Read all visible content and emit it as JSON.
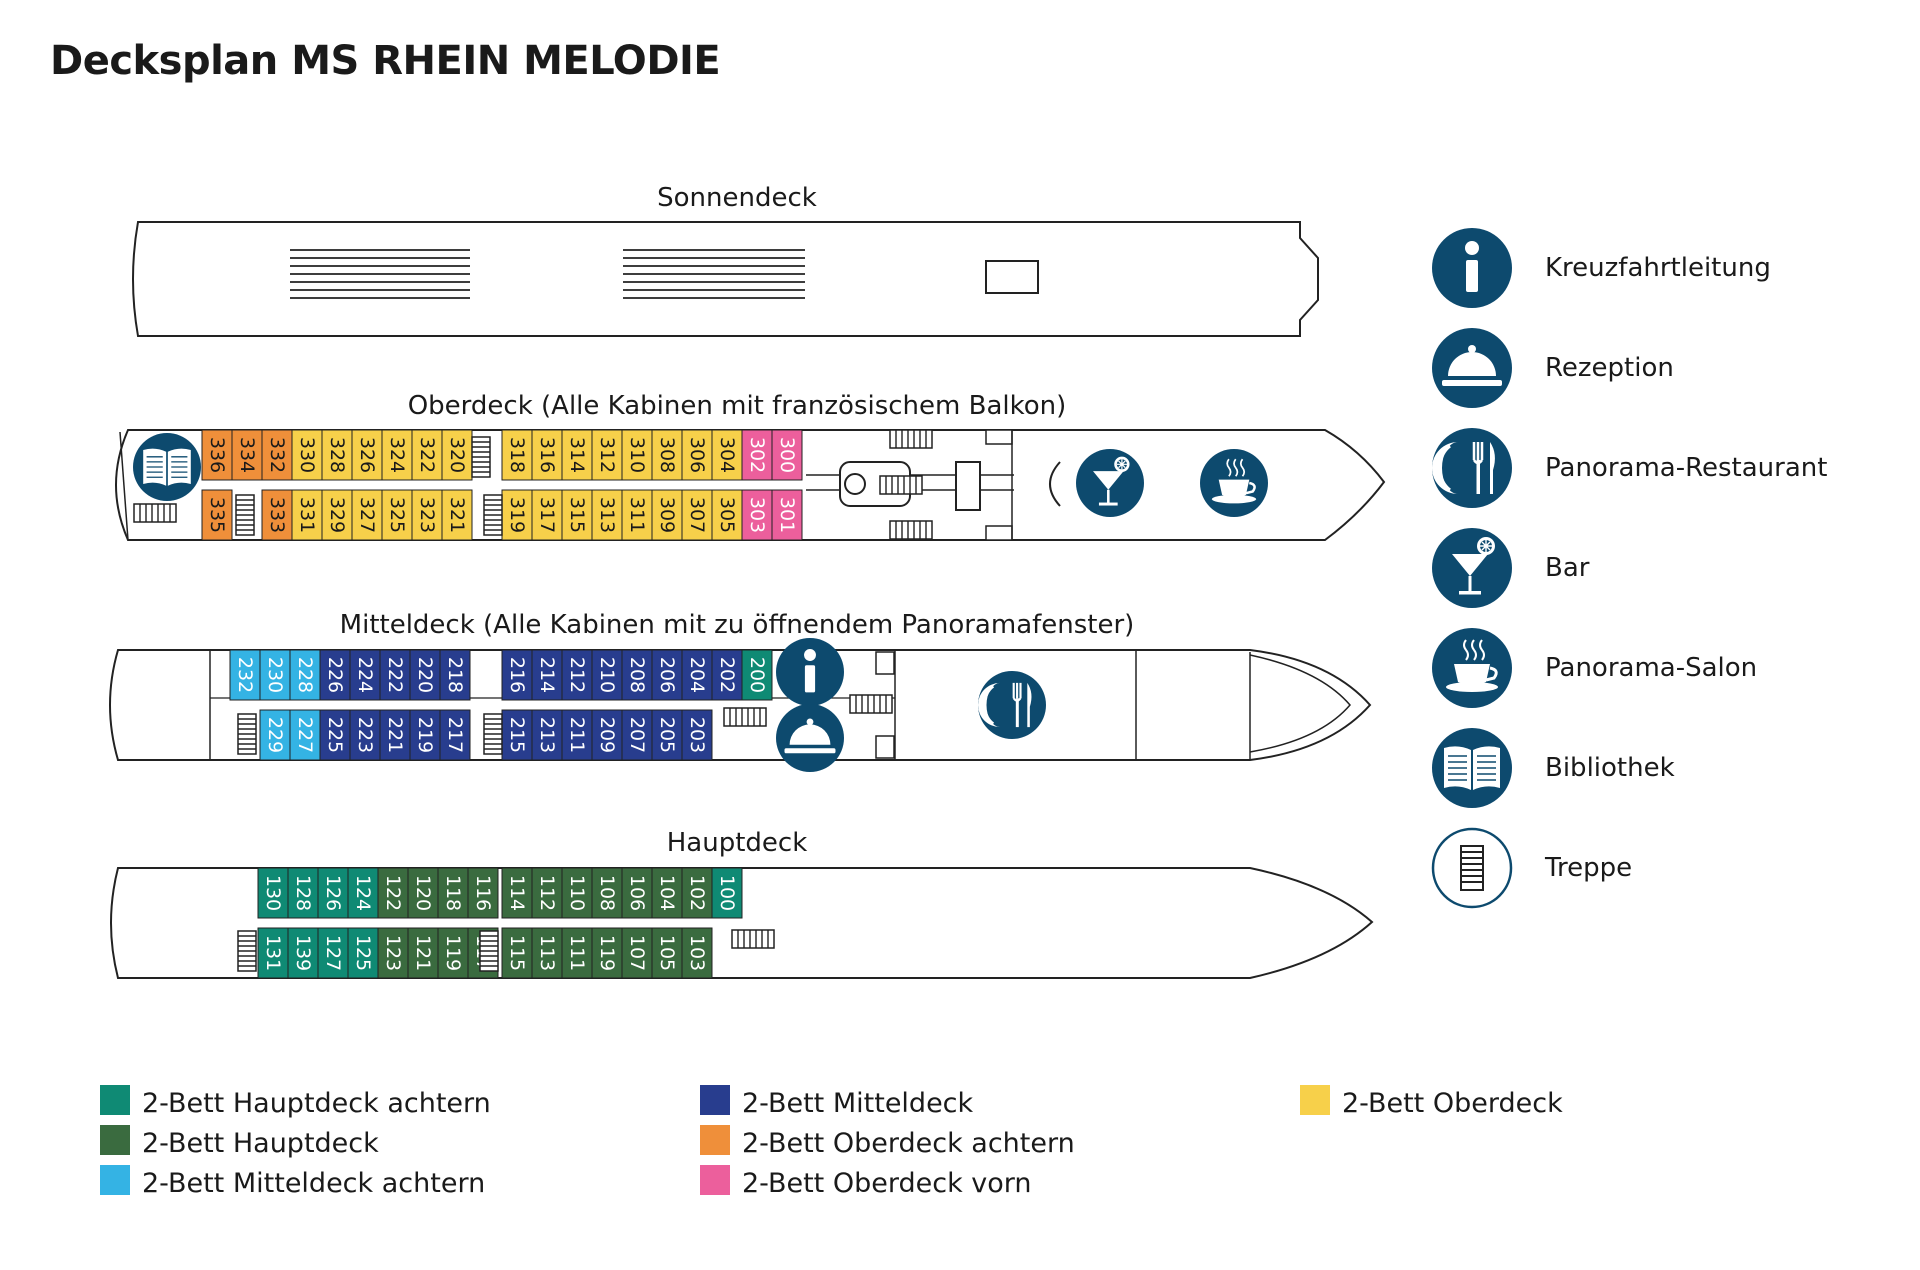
{
  "title": "Decksplan MS RHEIN MELODIE",
  "colors": {
    "haupt_achtern": "#0f8a74",
    "haupt": "#3a6b3f",
    "mittel_achtern": "#34b3e4",
    "mittel": "#283d8e",
    "ober_achtern": "#ef8f3a",
    "ober_vorn": "#ec5f9c",
    "ober": "#f7d04a",
    "icon": "#0d4a6e"
  },
  "decks": {
    "sonnendeck": {
      "label": "Sonnendeck"
    },
    "oberdeck": {
      "label": "Oberdeck (Alle Kabinen mit französischem Balkon)",
      "top_aft": [
        [
          "336",
          "ober_achtern"
        ],
        [
          "334",
          "ober_achtern"
        ],
        [
          "332",
          "ober_achtern"
        ],
        [
          "330",
          "ober"
        ],
        [
          "328",
          "ober"
        ],
        [
          "326",
          "ober"
        ],
        [
          "324",
          "ober"
        ],
        [
          "322",
          "ober"
        ],
        [
          "320",
          "ober"
        ]
      ],
      "top_fwd": [
        [
          "318",
          "ober"
        ],
        [
          "316",
          "ober"
        ],
        [
          "314",
          "ober"
        ],
        [
          "312",
          "ober"
        ],
        [
          "310",
          "ober"
        ],
        [
          "308",
          "ober"
        ],
        [
          "306",
          "ober"
        ],
        [
          "304",
          "ober"
        ],
        [
          "302",
          "ober_vorn"
        ],
        [
          "300",
          "ober_vorn"
        ]
      ],
      "bot_a": [
        [
          "335",
          "ober_achtern"
        ]
      ],
      "bot_b": [
        [
          "333",
          "ober_achtern"
        ],
        [
          "331",
          "ober"
        ],
        [
          "329",
          "ober"
        ],
        [
          "327",
          "ober"
        ],
        [
          "325",
          "ober"
        ],
        [
          "323",
          "ober"
        ],
        [
          "321",
          "ober"
        ]
      ],
      "bot_fwd": [
        [
          "319",
          "ober"
        ],
        [
          "317",
          "ober"
        ],
        [
          "315",
          "ober"
        ],
        [
          "313",
          "ober"
        ],
        [
          "311",
          "ober"
        ],
        [
          "309",
          "ober"
        ],
        [
          "307",
          "ober"
        ],
        [
          "305",
          "ober"
        ],
        [
          "303",
          "ober_vorn"
        ],
        [
          "301",
          "ober_vorn"
        ]
      ]
    },
    "mitteldeck": {
      "label": "Mitteldeck (Alle Kabinen mit zu öffnendem Panoramafenster)",
      "top_aft": [
        [
          "232",
          "mittel_achtern"
        ],
        [
          "230",
          "mittel_achtern"
        ],
        [
          "228",
          "mittel_achtern"
        ],
        [
          "226",
          "mittel"
        ],
        [
          "224",
          "mittel"
        ],
        [
          "222",
          "mittel"
        ],
        [
          "220",
          "mittel"
        ],
        [
          "218",
          "mittel"
        ]
      ],
      "top_fwd": [
        [
          "216",
          "mittel"
        ],
        [
          "214",
          "mittel"
        ],
        [
          "212",
          "mittel"
        ],
        [
          "210",
          "mittel"
        ],
        [
          "208",
          "mittel"
        ],
        [
          "206",
          "mittel"
        ],
        [
          "204",
          "mittel"
        ],
        [
          "202",
          "mittel"
        ],
        [
          "200",
          "haupt_achtern"
        ]
      ],
      "bot_aft": [
        [
          "229",
          "mittel_achtern"
        ],
        [
          "227",
          "mittel_achtern"
        ],
        [
          "225",
          "mittel"
        ],
        [
          "223",
          "mittel"
        ],
        [
          "221",
          "mittel"
        ],
        [
          "219",
          "mittel"
        ],
        [
          "217",
          "mittel"
        ]
      ],
      "bot_fwd": [
        [
          "215",
          "mittel"
        ],
        [
          "213",
          "mittel"
        ],
        [
          "211",
          "mittel"
        ],
        [
          "209",
          "mittel"
        ],
        [
          "207",
          "mittel"
        ],
        [
          "205",
          "mittel"
        ],
        [
          "203",
          "mittel"
        ]
      ]
    },
    "hauptdeck": {
      "label": "Hauptdeck",
      "top_aft": [
        [
          "130",
          "haupt_achtern"
        ],
        [
          "128",
          "haupt_achtern"
        ],
        [
          "126",
          "haupt_achtern"
        ],
        [
          "124",
          "haupt_achtern"
        ],
        [
          "122",
          "haupt"
        ],
        [
          "120",
          "haupt"
        ],
        [
          "118",
          "haupt"
        ],
        [
          "116",
          "haupt"
        ]
      ],
      "top_fwd": [
        [
          "114",
          "haupt"
        ],
        [
          "112",
          "haupt"
        ],
        [
          "110",
          "haupt"
        ],
        [
          "108",
          "haupt"
        ],
        [
          "106",
          "haupt"
        ],
        [
          "104",
          "haupt"
        ],
        [
          "102",
          "haupt"
        ],
        [
          "100",
          "haupt_achtern"
        ]
      ],
      "bot_aft": [
        [
          "131",
          "haupt_achtern"
        ],
        [
          "139",
          "haupt_achtern"
        ],
        [
          "127",
          "haupt_achtern"
        ],
        [
          "125",
          "haupt_achtern"
        ],
        [
          "123",
          "haupt"
        ],
        [
          "121",
          "haupt"
        ],
        [
          "119",
          "haupt"
        ],
        [
          "117",
          "haupt"
        ]
      ],
      "bot_fwd": [
        [
          "115",
          "haupt"
        ],
        [
          "113",
          "haupt"
        ],
        [
          "111",
          "haupt"
        ],
        [
          "119",
          "haupt"
        ],
        [
          "107",
          "haupt"
        ],
        [
          "105",
          "haupt"
        ],
        [
          "103",
          "haupt"
        ]
      ]
    }
  },
  "icon_legend": [
    {
      "icon": "info-icon",
      "label": "Kreuzfahrtleitung"
    },
    {
      "icon": "reception-bell-icon",
      "label": "Rezeption"
    },
    {
      "icon": "restaurant-icon",
      "label": "Panorama-Restaurant"
    },
    {
      "icon": "cocktail-icon",
      "label": "Bar"
    },
    {
      "icon": "coffee-cup-icon",
      "label": "Panorama-Salon"
    },
    {
      "icon": "book-icon",
      "label": "Bibliothek"
    },
    {
      "icon": "stairs-icon",
      "label": "Treppe"
    }
  ],
  "categories": [
    {
      "label": "2-Bett Hauptdeck achtern",
      "key": "haupt_achtern"
    },
    {
      "label": "2-Bett Hauptdeck",
      "key": "haupt"
    },
    {
      "label": "2-Bett Mitteldeck achtern",
      "key": "mittel_achtern"
    },
    {
      "label": "2-Bett Mitteldeck",
      "key": "mittel"
    },
    {
      "label": "2-Bett Oberdeck achtern",
      "key": "ober_achtern"
    },
    {
      "label": "2-Bett Oberdeck vorn",
      "key": "ober_vorn"
    },
    {
      "label": "2-Bett Oberdeck",
      "key": "ober"
    }
  ]
}
